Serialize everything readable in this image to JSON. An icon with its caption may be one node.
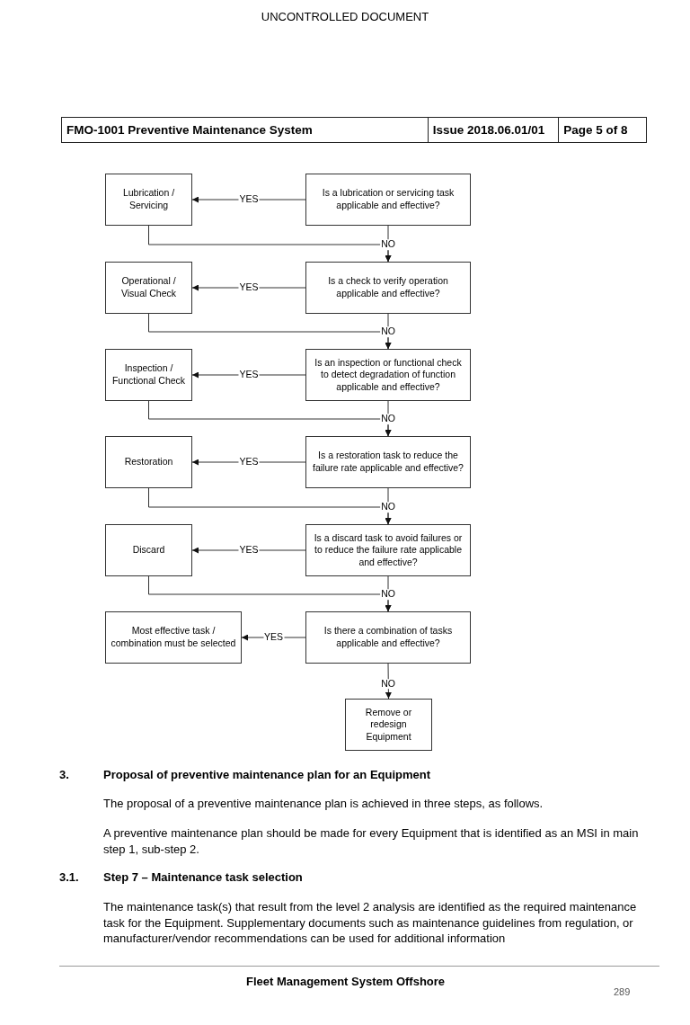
{
  "diagram": {
    "nodes": [
      {
        "text": [
          "Lubrication / Servicing"
        ]
      },
      {
        "text": [
          "Is a lubrication or servicing task applicable and effective?"
        ]
      },
      {
        "text": [
          "Operational / Visual Check"
        ]
      },
      {
        "text": [
          "Is a check to verify operation applicable and effective?"
        ]
      },
      {
        "text": [
          "Inspection / Functional Check"
        ]
      },
      {
        "text": [
          "Is an inspection or functional check to detect degradation of function applicable and effective?"
        ]
      },
      {
        "text": [
          "Restoration"
        ]
      },
      {
        "text": [
          "Is a restoration task to reduce the failure rate applicable and effective?"
        ]
      },
      {
        "text": [
          "Discard"
        ]
      },
      {
        "text": [
          "Is a discard task to avoid failures or to reduce the failure rate applicable and effective?"
        ]
      },
      {
        "text": [
          "Most effective task / combination must be selected"
        ]
      },
      {
        "text": [
          "Is there a combination of tasks applicable and effective?"
        ]
      },
      {
        "text": [
          "Remove or redesign Equipment"
        ]
      }
    ],
    "edges": [
      {
        "from": 1,
        "to": 0,
        "arrow": "to",
        "label": "YES"
      },
      {
        "from": 1,
        "to": 3,
        "arrow": "to",
        "label": "NO"
      },
      {
        "from": 0,
        "to": 3,
        "arrow": "to"
      },
      {
        "from": 3,
        "to": 2,
        "arrow": "to",
        "label": "YES"
      },
      {
        "from": 3,
        "to": 5,
        "arrow": "to",
        "label": "NO"
      },
      {
        "from": 2,
        "to": 5,
        "arrow": "to"
      },
      {
        "from": 5,
        "to": 4,
        "arrow": "to",
        "label": "YES"
      },
      {
        "from": 5,
        "to": 7,
        "arrow": "to",
        "label": "NO"
      },
      {
        "from": 4,
        "to": 7,
        "arrow": "to"
      },
      {
        "from": 7,
        "to": 6,
        "arrow": "to",
        "label": "YES"
      },
      {
        "from": 7,
        "to": 9,
        "arrow": "to",
        "label": "NO"
      },
      {
        "from": 6,
        "to": 9,
        "arrow": "to"
      },
      {
        "from": 9,
        "to": 8,
        "arrow": "to",
        "label": "YES"
      },
      {
        "from": 9,
        "to": 11,
        "arrow": "to",
        "label": "NO"
      },
      {
        "from": 8,
        "to": 11,
        "arrow": "to"
      },
      {
        "from": 11,
        "to": 10,
        "arrow": "to",
        "label": "YES"
      },
      {
        "from": 11,
        "to": 12,
        "arrow": "to",
        "label": "NO"
      }
    ],
    "labels": [
      "UNCONTROLLED DOCUMENT",
      "FMO-1001 Preventive Maintenance System",
      "Issue 2018.06.01/01",
      "Page 5 of 8",
      "3.",
      "Proposal of preventive maintenance plan for an Equipment",
      "The proposal of a preventive maintenance plan is achieved in three steps, as follows.",
      "A preventive maintenance plan should be made for every Equipment that is identified as an MSI in main step 1, sub-step 2.",
      "3.1.",
      "Step 7 – Maintenance task selection",
      "The maintenance task(s) that result from the level 2 analysis are identified as the required maintenance task for the Equipment. Supplementary documents such as maintenance guidelines from regulation, or manufacturer/vendor recommendations can be used for additional information",
      "Fleet Management System Offshore",
      "289"
    ]
  }
}
